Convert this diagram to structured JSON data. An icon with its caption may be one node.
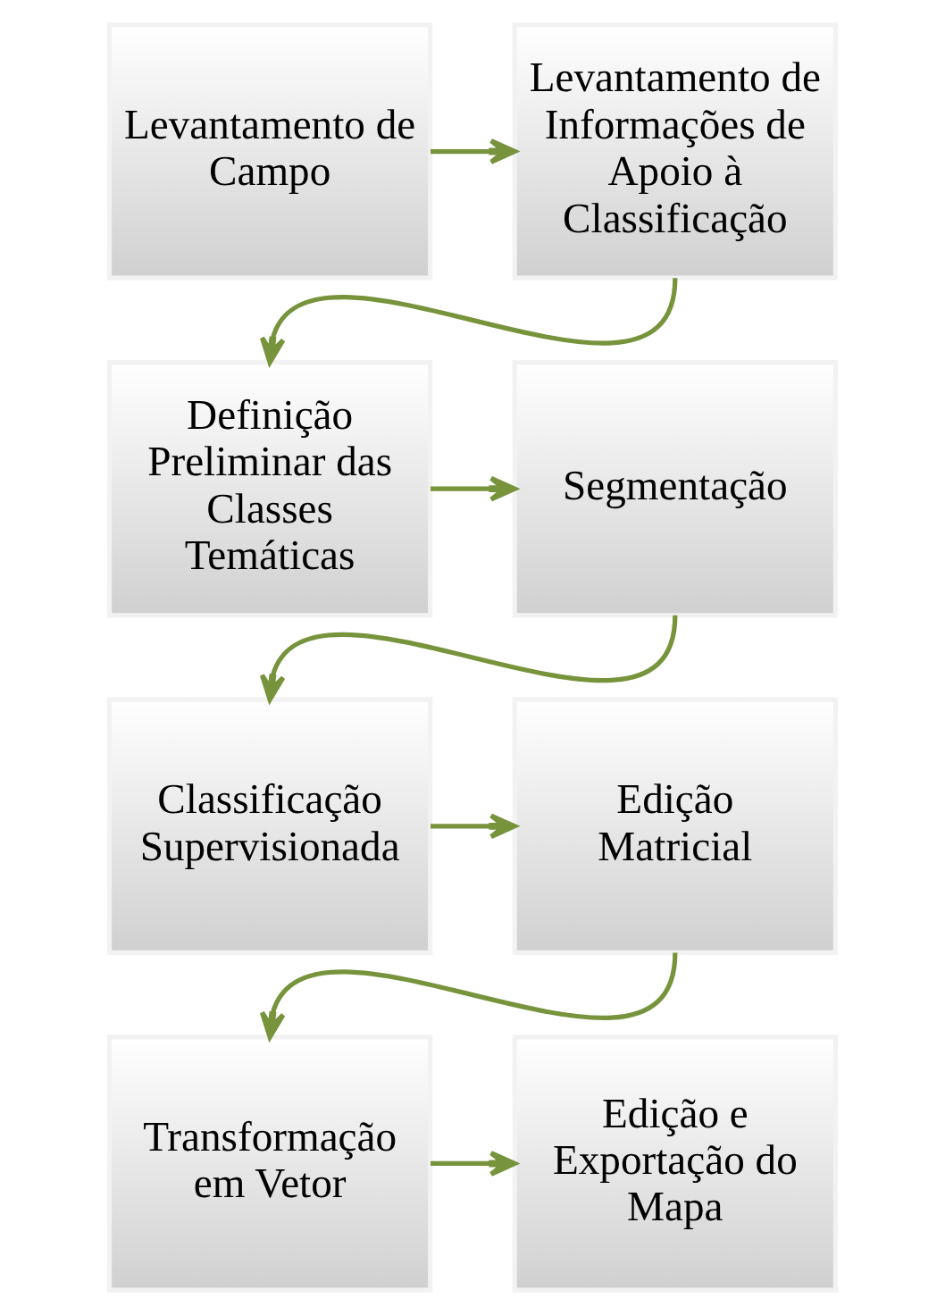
{
  "diagram": {
    "nodes": [
      {
        "text": [
          "Levantamento de Campo"
        ]
      },
      {
        "text": [
          "Levantamento de Informações de Apoio à Classificação"
        ]
      },
      {
        "text": [
          "Definição Preliminar das Classes Temáticas"
        ]
      },
      {
        "text": [
          "Segmentação"
        ]
      },
      {
        "text": [
          "Classificação Supervisionada"
        ]
      },
      {
        "text": [
          "Edição Matricial"
        ]
      },
      {
        "text": [
          "Transformação em Vetor"
        ]
      },
      {
        "text": [
          "Edição e Exportação do Mapa"
        ]
      }
    ],
    "edges": [
      {
        "from": 0,
        "to": 1,
        "arrow": "to"
      },
      {
        "from": 1,
        "to": 2,
        "arrow": "to"
      },
      {
        "from": 2,
        "to": 3,
        "arrow": "to"
      },
      {
        "from": 3,
        "to": 4,
        "arrow": "to"
      },
      {
        "from": 4,
        "to": 5,
        "arrow": "to"
      },
      {
        "from": 5,
        "to": 6,
        "arrow": "to"
      },
      {
        "from": 6,
        "to": 7,
        "arrow": "to"
      }
    ]
  }
}
